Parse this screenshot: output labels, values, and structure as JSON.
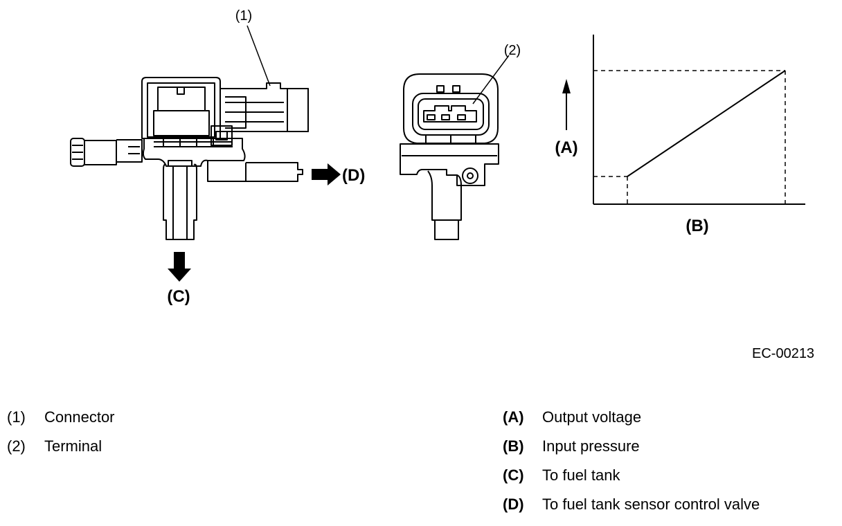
{
  "figure": {
    "code": "EC-00213",
    "callouts": {
      "connector": "(1)",
      "terminal": "(2)"
    },
    "arrows": {
      "c": "(C)",
      "d": "(D)"
    },
    "graph": {
      "y_label": "(A)",
      "x_label": "(B)",
      "relation": "linear increasing",
      "y_axis_arrow": "up"
    }
  },
  "legend_left": [
    {
      "key": "(1)",
      "text": "Connector"
    },
    {
      "key": "(2)",
      "text": "Terminal"
    }
  ],
  "legend_right": [
    {
      "key": "(A)",
      "text": "Output voltage"
    },
    {
      "key": "(B)",
      "text": "Input pressure"
    },
    {
      "key": "(C)",
      "text": "To fuel tank"
    },
    {
      "key": "(D)",
      "text": "To fuel tank sensor control valve"
    }
  ],
  "colors": {
    "ink": "#000000",
    "paper": "#ffffff"
  }
}
